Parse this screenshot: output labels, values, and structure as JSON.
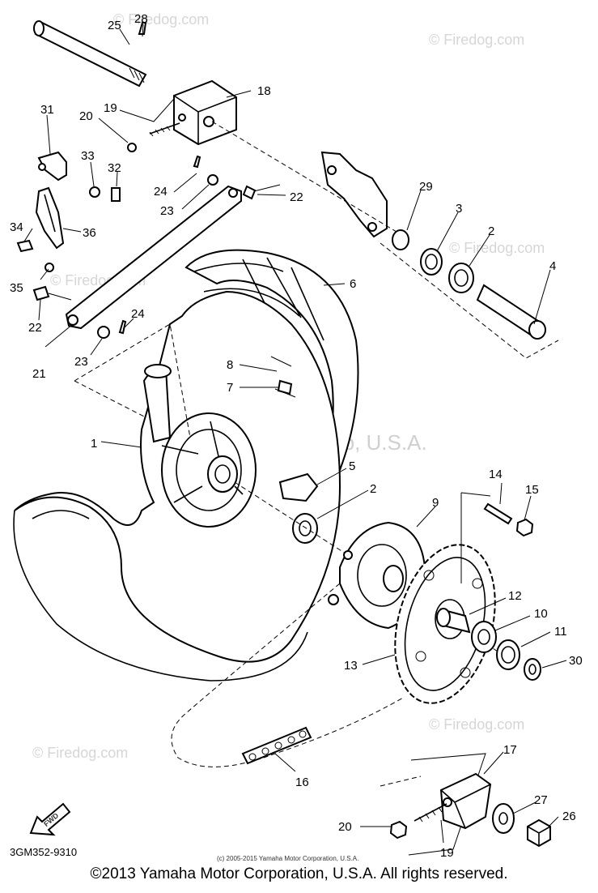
{
  "watermarks": [
    "© Firedog.com",
    "© Firedog.com",
    "© Firedog.com",
    "© Firedog.com",
    "© Firedog.com",
    "© Firedog.com"
  ],
  "center_watermark": "© Yamaha Motor Corp, U.S.A.",
  "part_labels": [
    "1",
    "2",
    "2",
    "3",
    "4",
    "5",
    "6",
    "7",
    "8",
    "9",
    "10",
    "11",
    "12",
    "13",
    "14",
    "15",
    "16",
    "17",
    "18",
    "19",
    "19",
    "20",
    "20",
    "21",
    "22",
    "22",
    "23",
    "23",
    "24",
    "24",
    "25",
    "26",
    "27",
    "28",
    "29",
    "30",
    "31",
    "32",
    "33",
    "34",
    "35",
    "36"
  ],
  "diagram_code": "3GM352-9310",
  "fwd_label": "FWD",
  "small_copyright": "(c) 2005-2015 Yamaha Motor Corporation, U.S.A.",
  "copyright": "©2013 Yamaha Motor Corporation, U.S.A. All rights reserved."
}
